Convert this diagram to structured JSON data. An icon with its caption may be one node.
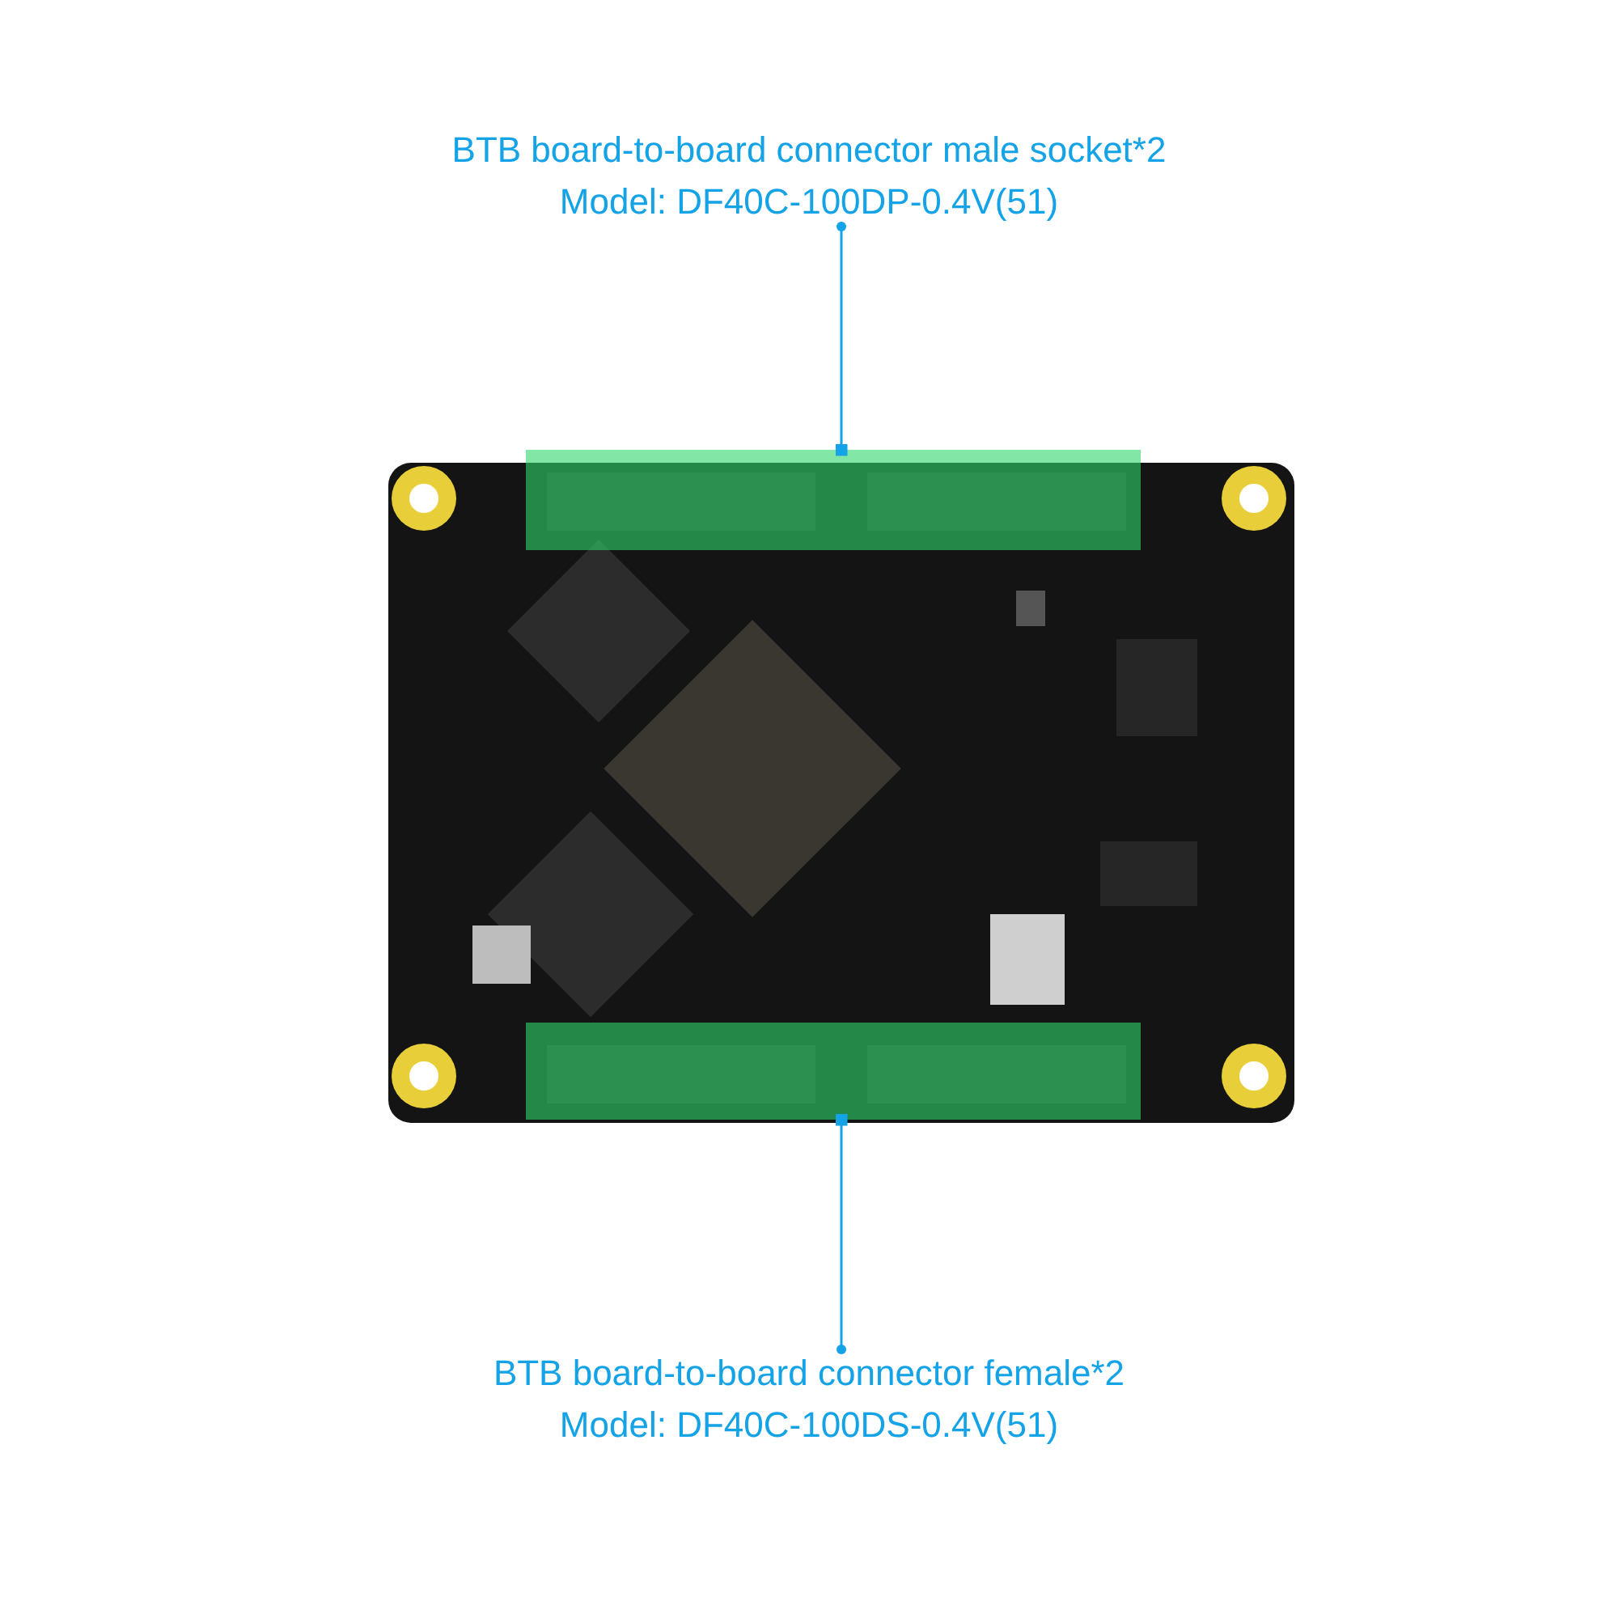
{
  "diagram": {
    "nodes": [
      {
        "text": [
          "BTB board-to-board connector male socket*2",
          "Model: DF40C-100DP-0.4V(51)"
        ]
      },
      {
        "text": [
          "BTB board-to-board connector female*2",
          "Model: DF40C-100DS-0.4V(51)"
        ]
      },
      {
        "text": [],
        "shape": "box"
      },
      {
        "text": [],
        "shape": "box"
      }
    ],
    "edges": [
      {
        "from": 0,
        "to": 2,
        "arrow": "other"
      },
      {
        "from": 1,
        "to": 3,
        "arrow": "other"
      }
    ]
  }
}
